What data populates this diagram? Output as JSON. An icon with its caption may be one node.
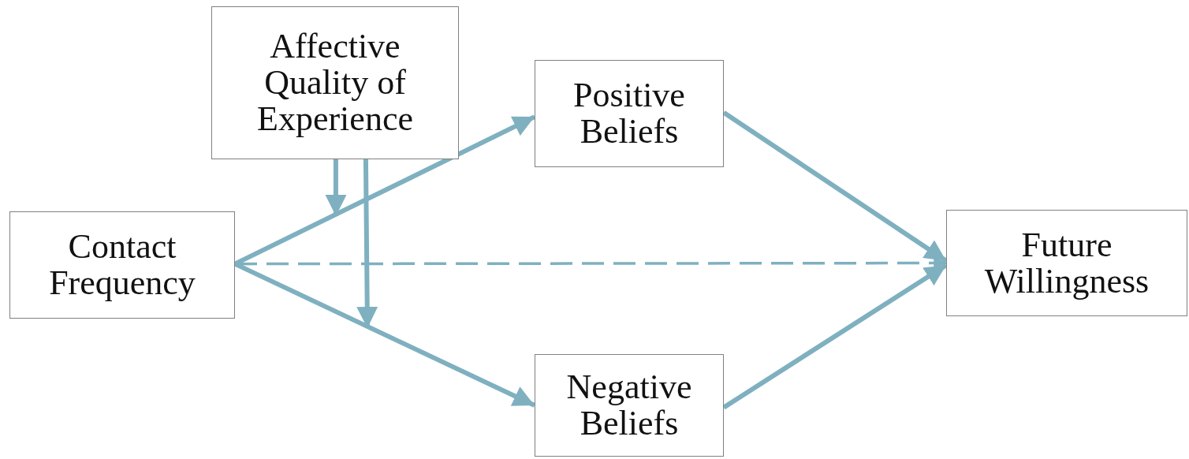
{
  "diagram": {
    "nodes": [
      {
        "text": [
          "Affective Quality of Experience"
        ]
      },
      {
        "text": [
          "Positive Beliefs"
        ]
      },
      {
        "text": [
          "Contact Frequency"
        ]
      },
      {
        "text": [
          "Future Willingness"
        ]
      },
      {
        "text": [
          "Negative Beliefs"
        ]
      }
    ],
    "edges": [
      {
        "from": 2,
        "to": 1,
        "arrow": "to"
      },
      {
        "from": 2,
        "to": 4,
        "arrow": "to"
      },
      {
        "from": 2,
        "to": 3,
        "arrow": "to",
        "style": "dashed"
      },
      {
        "from": 1,
        "to": 3,
        "arrow": "to"
      },
      {
        "from": 4,
        "to": 3,
        "arrow": "to"
      },
      {
        "from": 0,
        "to": null,
        "arrow": "to"
      },
      {
        "from": 0,
        "to": null,
        "arrow": "to"
      }
    ]
  }
}
